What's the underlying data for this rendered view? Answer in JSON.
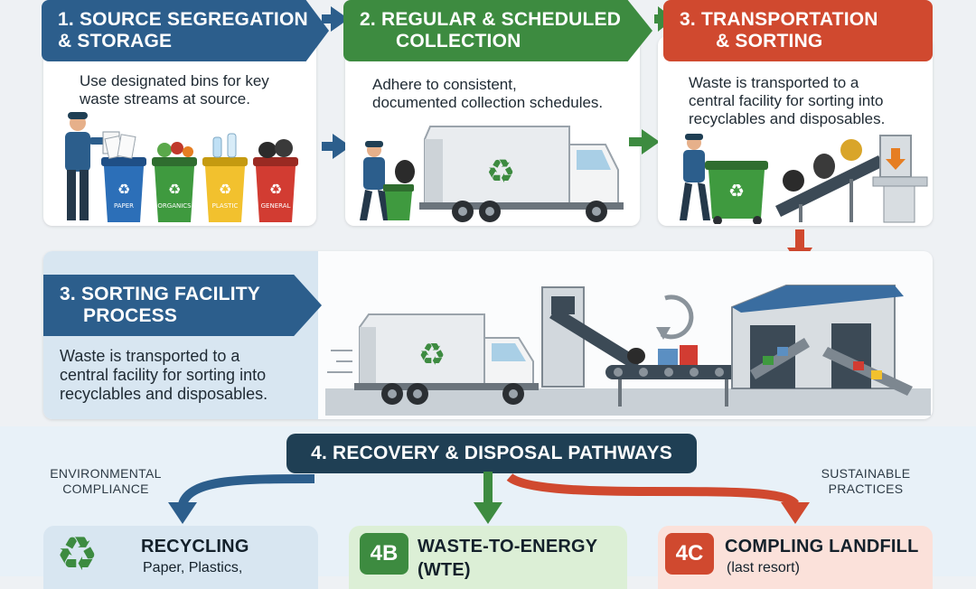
{
  "steps": [
    {
      "id": "source",
      "title_lines": [
        "1. SOURCE SEGREGATION",
        "& STORAGE"
      ],
      "description_lines": [
        "Use designated bins for key",
        "waste streams at source."
      ],
      "bin_labels": [
        "PAPER",
        "ORGANICS",
        "PLASTIC",
        "GENERAL"
      ],
      "color": "#2c5e8c"
    },
    {
      "id": "collection",
      "title_lines": [
        "2. REGULAR & SCHEDULED",
        "COLLECTION"
      ],
      "description_lines": [
        "Adhere to consistent,",
        "documented collection schedules."
      ],
      "color": "#3d8b40"
    },
    {
      "id": "transport",
      "title_lines": [
        "3. TRANSPORTATION",
        "& SORTING"
      ],
      "description_lines": [
        "Waste is transported to a",
        "central facility for sorting into",
        "recyclables and disposables."
      ],
      "color": "#d0492f"
    },
    {
      "id": "facility",
      "title_lines": [
        "3. SORTING FACILITY",
        "PROCESS"
      ],
      "description_lines": [
        "Waste is transported to a",
        "central facility for sorting into",
        "recyclables and disposables."
      ],
      "color": "#2c5e8c"
    }
  ],
  "recovery": {
    "title": "4. RECOVERY & DISPOSAL PATHWAYS",
    "left_label_lines": [
      "ENVIRONMENTAL",
      "COMPLIANCE"
    ],
    "right_label_lines": [
      "SUSTAINABLE",
      "PRACTICES"
    ],
    "pathways": [
      {
        "badge": "",
        "title": "RECYCLING",
        "subtitle": "Paper, Plastics,",
        "color": "#2c5e8c"
      },
      {
        "badge": "4B",
        "title": "WASTE-TO-ENERGY",
        "subtitle": "(WTE)",
        "color": "#3d8b40"
      },
      {
        "badge": "4C",
        "title": "COMPLING LANDFILL",
        "subtitle": "(last resort)",
        "color": "#d0492f"
      }
    ]
  },
  "colors": {
    "blue": "#2c5e8c",
    "green": "#3d8b40",
    "red": "#d0492f",
    "navy": "#1f3f54",
    "truck": "#e9ecef"
  },
  "icons": [
    "recycle-icon",
    "garbage-truck-icon",
    "worker-icon",
    "waste-bin-icon",
    "conveyor-belt-icon",
    "sorting-facility-icon",
    "arrow-right-icon",
    "arrow-down-icon"
  ]
}
